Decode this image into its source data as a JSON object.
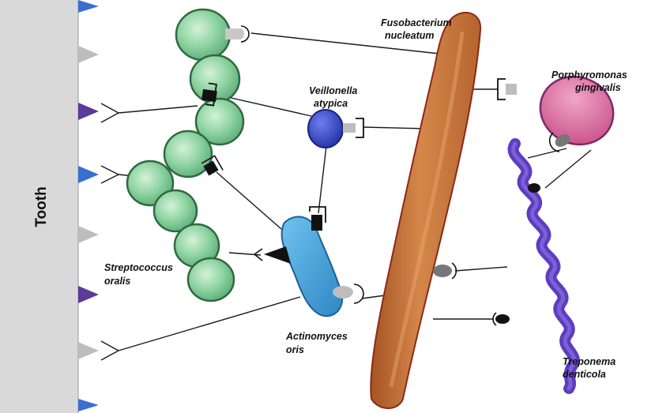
{
  "tooth": {
    "label": "Tooth"
  },
  "organisms": {
    "streptococcus": {
      "line1": "Streptococcus",
      "line2": "oralis"
    },
    "veillonella": {
      "line1": "Veillonella",
      "line2": "atypica"
    },
    "actinomyces": {
      "line1": "Actinomyces",
      "line2": "oris"
    },
    "fusobacterium": {
      "line1": "Fusobacterium",
      "line2": "nucleatum"
    },
    "porphyromonas": {
      "line1": "Porphyromonas",
      "line2": "gingivalis"
    },
    "treponema": {
      "line1": "Treponema",
      "line2": "denticola"
    }
  },
  "colors": {
    "tooth_fill": "#d9d9d9",
    "receptor_blue": "#3a6fd1",
    "receptor_purple": "#5b3a9a",
    "receptor_gray": "#b8b8b8",
    "streptococcus": "#86d19a",
    "veillonella": "#3040b8",
    "actinomyces": "#4aa8dc",
    "fusobacterium": "#c8753a",
    "porphyromonas": "#d8659a",
    "treponema": "#5d3cc0"
  }
}
